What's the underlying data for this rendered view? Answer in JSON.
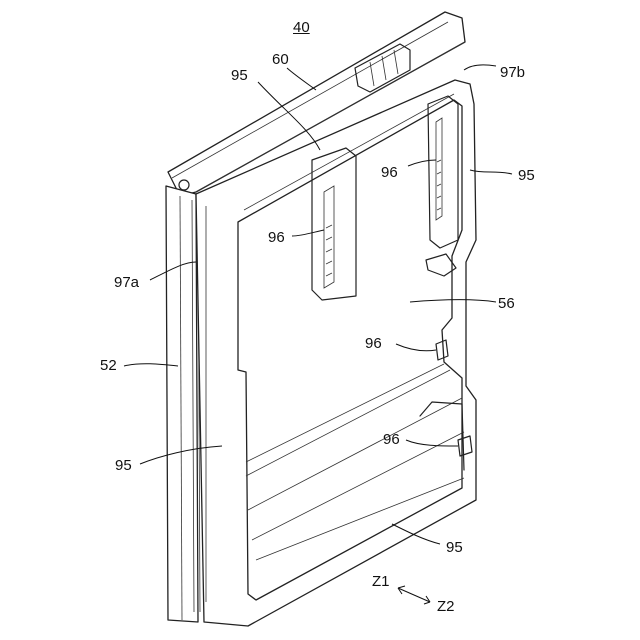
{
  "figure_ref": "40",
  "labels": {
    "l60": "60",
    "l95_top": "95",
    "l97b": "97b",
    "l95_right": "95",
    "l96_upper_right": "96",
    "l96_upper_left": "96",
    "l97a": "97a",
    "l56": "56",
    "l52": "52",
    "l96_mid": "96",
    "l95_left": "95",
    "l96_low": "96",
    "l95_bottom": "95"
  },
  "direction": {
    "z1": "Z1",
    "z2": "Z2"
  }
}
